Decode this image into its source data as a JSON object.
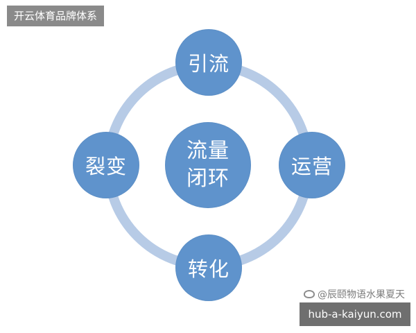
{
  "header": {
    "tag": "开云体育品牌体系"
  },
  "diagram": {
    "center": {
      "line1": "流量",
      "line2": "闭环"
    },
    "nodes": {
      "top": "引流",
      "right": "运营",
      "bottom": "转化",
      "left": "裂变"
    }
  },
  "watermarks": {
    "social_text": "@辰颐物语水果夏天",
    "url": "hub-a-kaiyun.com"
  },
  "colors": {
    "node_fill": "#5f93cc",
    "ring": "#b7cbe6",
    "tag_bg": "#8a8a8a",
    "url_bg": "#6f6f6f"
  }
}
